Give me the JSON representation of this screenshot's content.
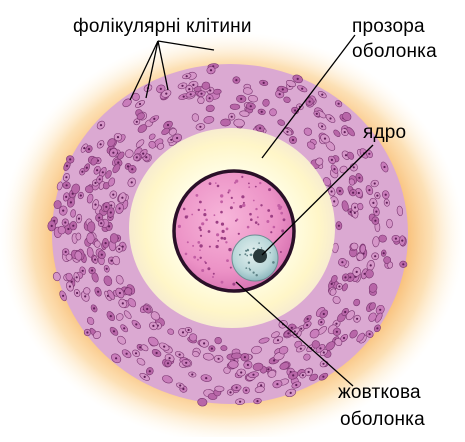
{
  "diagram": {
    "labels": {
      "follicular_cells": "фолікулярні клітини",
      "zona_pellucida_line1": "прозора",
      "zona_pellucida_line2": "оболонка",
      "nucleus": "ядро",
      "vitelline_membrane_line1": "жовткова",
      "vitelline_membrane_line2": "оболонка"
    },
    "colors": {
      "outer_glow": "#f8b860",
      "follicle_base": "#d9a2cf",
      "follicle_cell": "#c77ab8",
      "follicle_cell_nucleus": "#6e2a64",
      "zona_pellucida": "#fff9d6",
      "ooplasm": "#e98fc2",
      "egg_border": "#2a1028",
      "nucleus_fill": "#b8d6d8",
      "nucleolus": "#2a3a3c",
      "leader_line": "#000000"
    }
  }
}
